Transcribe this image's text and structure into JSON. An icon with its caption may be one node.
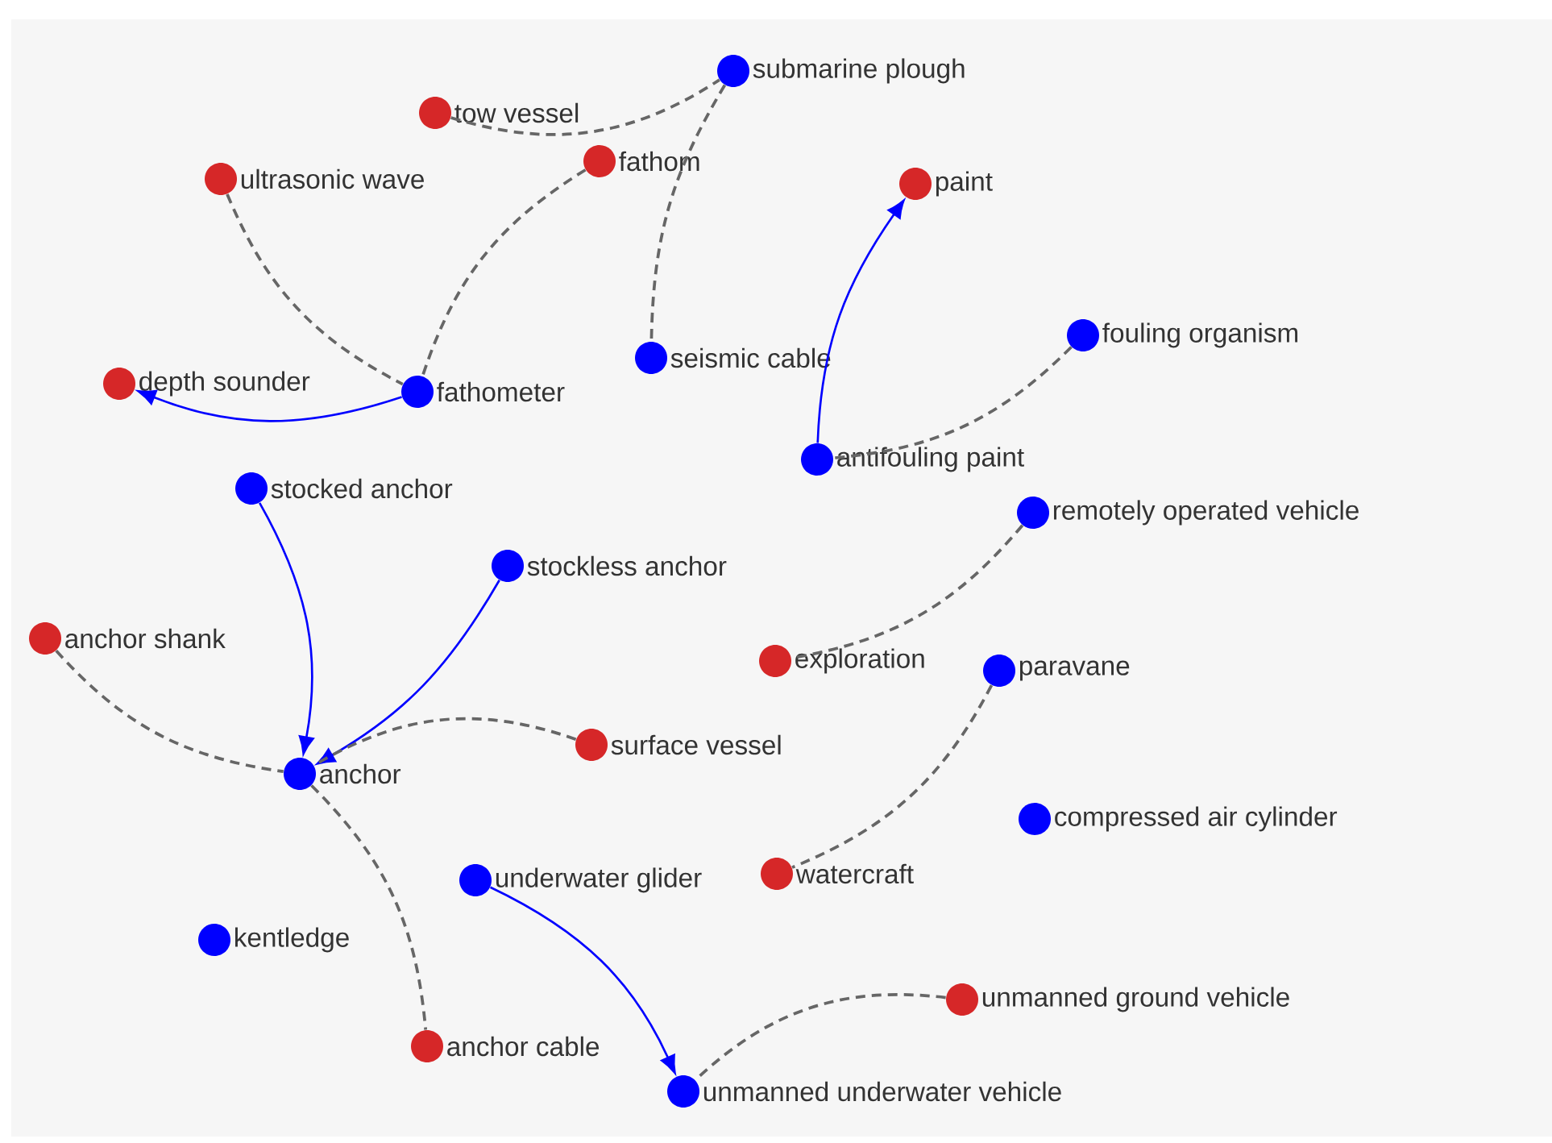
{
  "diagram": {
    "nodes": [
      {
        "text": [],
        "shape": "circle",
        "beside": [
          "submarine plough"
        ]
      },
      {
        "text": [],
        "shape": "circle",
        "beside": [
          "tow vessel"
        ]
      },
      {
        "text": [],
        "shape": "circle",
        "beside": [
          "fathom"
        ]
      },
      {
        "text": [],
        "shape": "circle",
        "beside": [
          "ultrasonic wave"
        ]
      },
      {
        "text": [],
        "shape": "circle",
        "beside": [
          "paint"
        ]
      },
      {
        "text": [],
        "shape": "circle",
        "beside": [
          "fouling organism"
        ]
      },
      {
        "text": [],
        "shape": "circle",
        "beside": [
          "seismic cable"
        ]
      },
      {
        "text": [],
        "shape": "circle",
        "beside": [
          "depth sounder"
        ]
      },
      {
        "text": [],
        "shape": "circle",
        "beside": [
          "fathometer"
        ]
      },
      {
        "text": [],
        "shape": "circle",
        "beside": [
          "antifouling paint"
        ]
      },
      {
        "text": [],
        "shape": "circle",
        "beside": [
          "stocked anchor"
        ]
      },
      {
        "text": [],
        "shape": "circle",
        "beside": [
          "remotely operated vehicle"
        ]
      },
      {
        "text": [],
        "shape": "circle",
        "beside": [
          "stockless anchor"
        ]
      },
      {
        "text": [],
        "shape": "circle",
        "beside": [
          "anchor shank"
        ]
      },
      {
        "text": [],
        "shape": "circle",
        "beside": [
          "exploration"
        ]
      },
      {
        "text": [],
        "shape": "circle",
        "beside": [
          "paravane"
        ]
      },
      {
        "text": [],
        "shape": "circle",
        "beside": [
          "surface vessel"
        ]
      },
      {
        "text": [],
        "shape": "circle",
        "beside": [
          "anchor"
        ]
      },
      {
        "text": [],
        "shape": "circle",
        "beside": [
          "compressed air cylinder"
        ]
      },
      {
        "text": [],
        "shape": "circle",
        "beside": [
          "watercraft"
        ]
      },
      {
        "text": [],
        "shape": "circle",
        "beside": [
          "underwater glider"
        ]
      },
      {
        "text": [],
        "shape": "circle",
        "beside": [
          "kentledge"
        ]
      },
      {
        "text": [],
        "shape": "circle",
        "beside": [
          "unmanned ground vehicle"
        ]
      },
      {
        "text": [],
        "shape": "circle",
        "beside": [
          "anchor cable"
        ]
      },
      {
        "text": [],
        "shape": "circle",
        "beside": [
          "unmanned underwater vehicle"
        ]
      }
    ],
    "edges": [
      {
        "from": 1,
        "to": 0,
        "arrow": "none",
        "style": "dashed"
      },
      {
        "from": 0,
        "to": 6,
        "arrow": "none",
        "style": "dashed"
      },
      {
        "from": 2,
        "to": 8,
        "arrow": "none",
        "style": "dashed"
      },
      {
        "from": 3,
        "to": 8,
        "arrow": "none",
        "style": "dashed"
      },
      {
        "from": 8,
        "to": 7,
        "arrow": "to",
        "color": "#0000ff"
      },
      {
        "from": 9,
        "to": 4,
        "arrow": "to",
        "color": "#0000ff"
      },
      {
        "from": 5,
        "to": 9,
        "arrow": "none",
        "style": "dashed"
      },
      {
        "from": 10,
        "to": 17,
        "arrow": "to",
        "color": "#0000ff"
      },
      {
        "from": 12,
        "to": 17,
        "arrow": "to",
        "color": "#0000ff"
      },
      {
        "from": 13,
        "to": 17,
        "arrow": "none",
        "style": "dashed"
      },
      {
        "from": 16,
        "to": 17,
        "arrow": "none",
        "style": "dashed"
      },
      {
        "from": 17,
        "to": 23,
        "arrow": "none",
        "style": "dashed"
      },
      {
        "from": 20,
        "to": 24,
        "arrow": "to",
        "color": "#0000ff"
      },
      {
        "from": 22,
        "to": 24,
        "arrow": "none",
        "style": "dashed"
      },
      {
        "from": 11,
        "to": 14,
        "arrow": "none",
        "style": "dashed"
      },
      {
        "from": 15,
        "to": 19,
        "arrow": "none",
        "style": "dashed"
      }
    ]
  }
}
